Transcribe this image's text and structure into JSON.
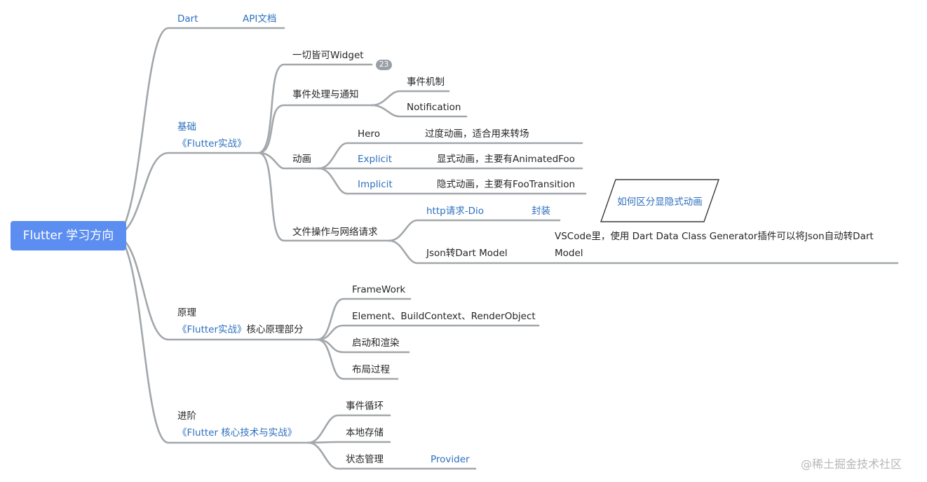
{
  "root": {
    "label": "Flutter 学习方向"
  },
  "dart": {
    "label": "Dart",
    "note": "API文档"
  },
  "basics": {
    "label": "基础",
    "book": "《Flutter实战》",
    "children": {
      "widget": {
        "label": "一切皆可Widget",
        "badge": "23"
      },
      "events": {
        "label": "事件处理与通知",
        "items": [
          "事件机制",
          "Notification"
        ]
      },
      "animation": {
        "label": "动画",
        "items": [
          {
            "label": "Hero",
            "note": "过度动画，适合用来转场"
          },
          {
            "label": "Explicit",
            "note": "显式动画，主要有AnimatedFoo"
          },
          {
            "label": "Implicit",
            "note": "隐式动画，主要有FooTransition"
          }
        ],
        "callout": "如何区分显隐式动画"
      },
      "files": {
        "label": "文件操作与网络请求",
        "items": [
          {
            "label": "http请求-Dio",
            "note": "封装"
          },
          {
            "label": "Json转Dart Model",
            "note_line1": "VSCode里，使用 Dart Data Class Generator插件可以将Json自动转Dart",
            "note_line2": "Model"
          }
        ]
      }
    }
  },
  "principles": {
    "label": "原理",
    "book": "《Flutter实战》",
    "book_suffix": "核心原理部分",
    "items": [
      "FrameWork",
      "Element、BuildContext、RenderObject",
      "启动和渲染",
      "布局过程"
    ]
  },
  "advanced": {
    "label": "进阶",
    "book": "《Flutter 核心技术与实战》",
    "items": [
      "事件循环",
      "本地存储",
      "状态管理"
    ],
    "provider": "Provider"
  },
  "watermark": "@稀土掘金技术社区",
  "colors": {
    "line": "#9aa0a6",
    "root": "#5b8ef0",
    "link": "#2c6fbf"
  }
}
